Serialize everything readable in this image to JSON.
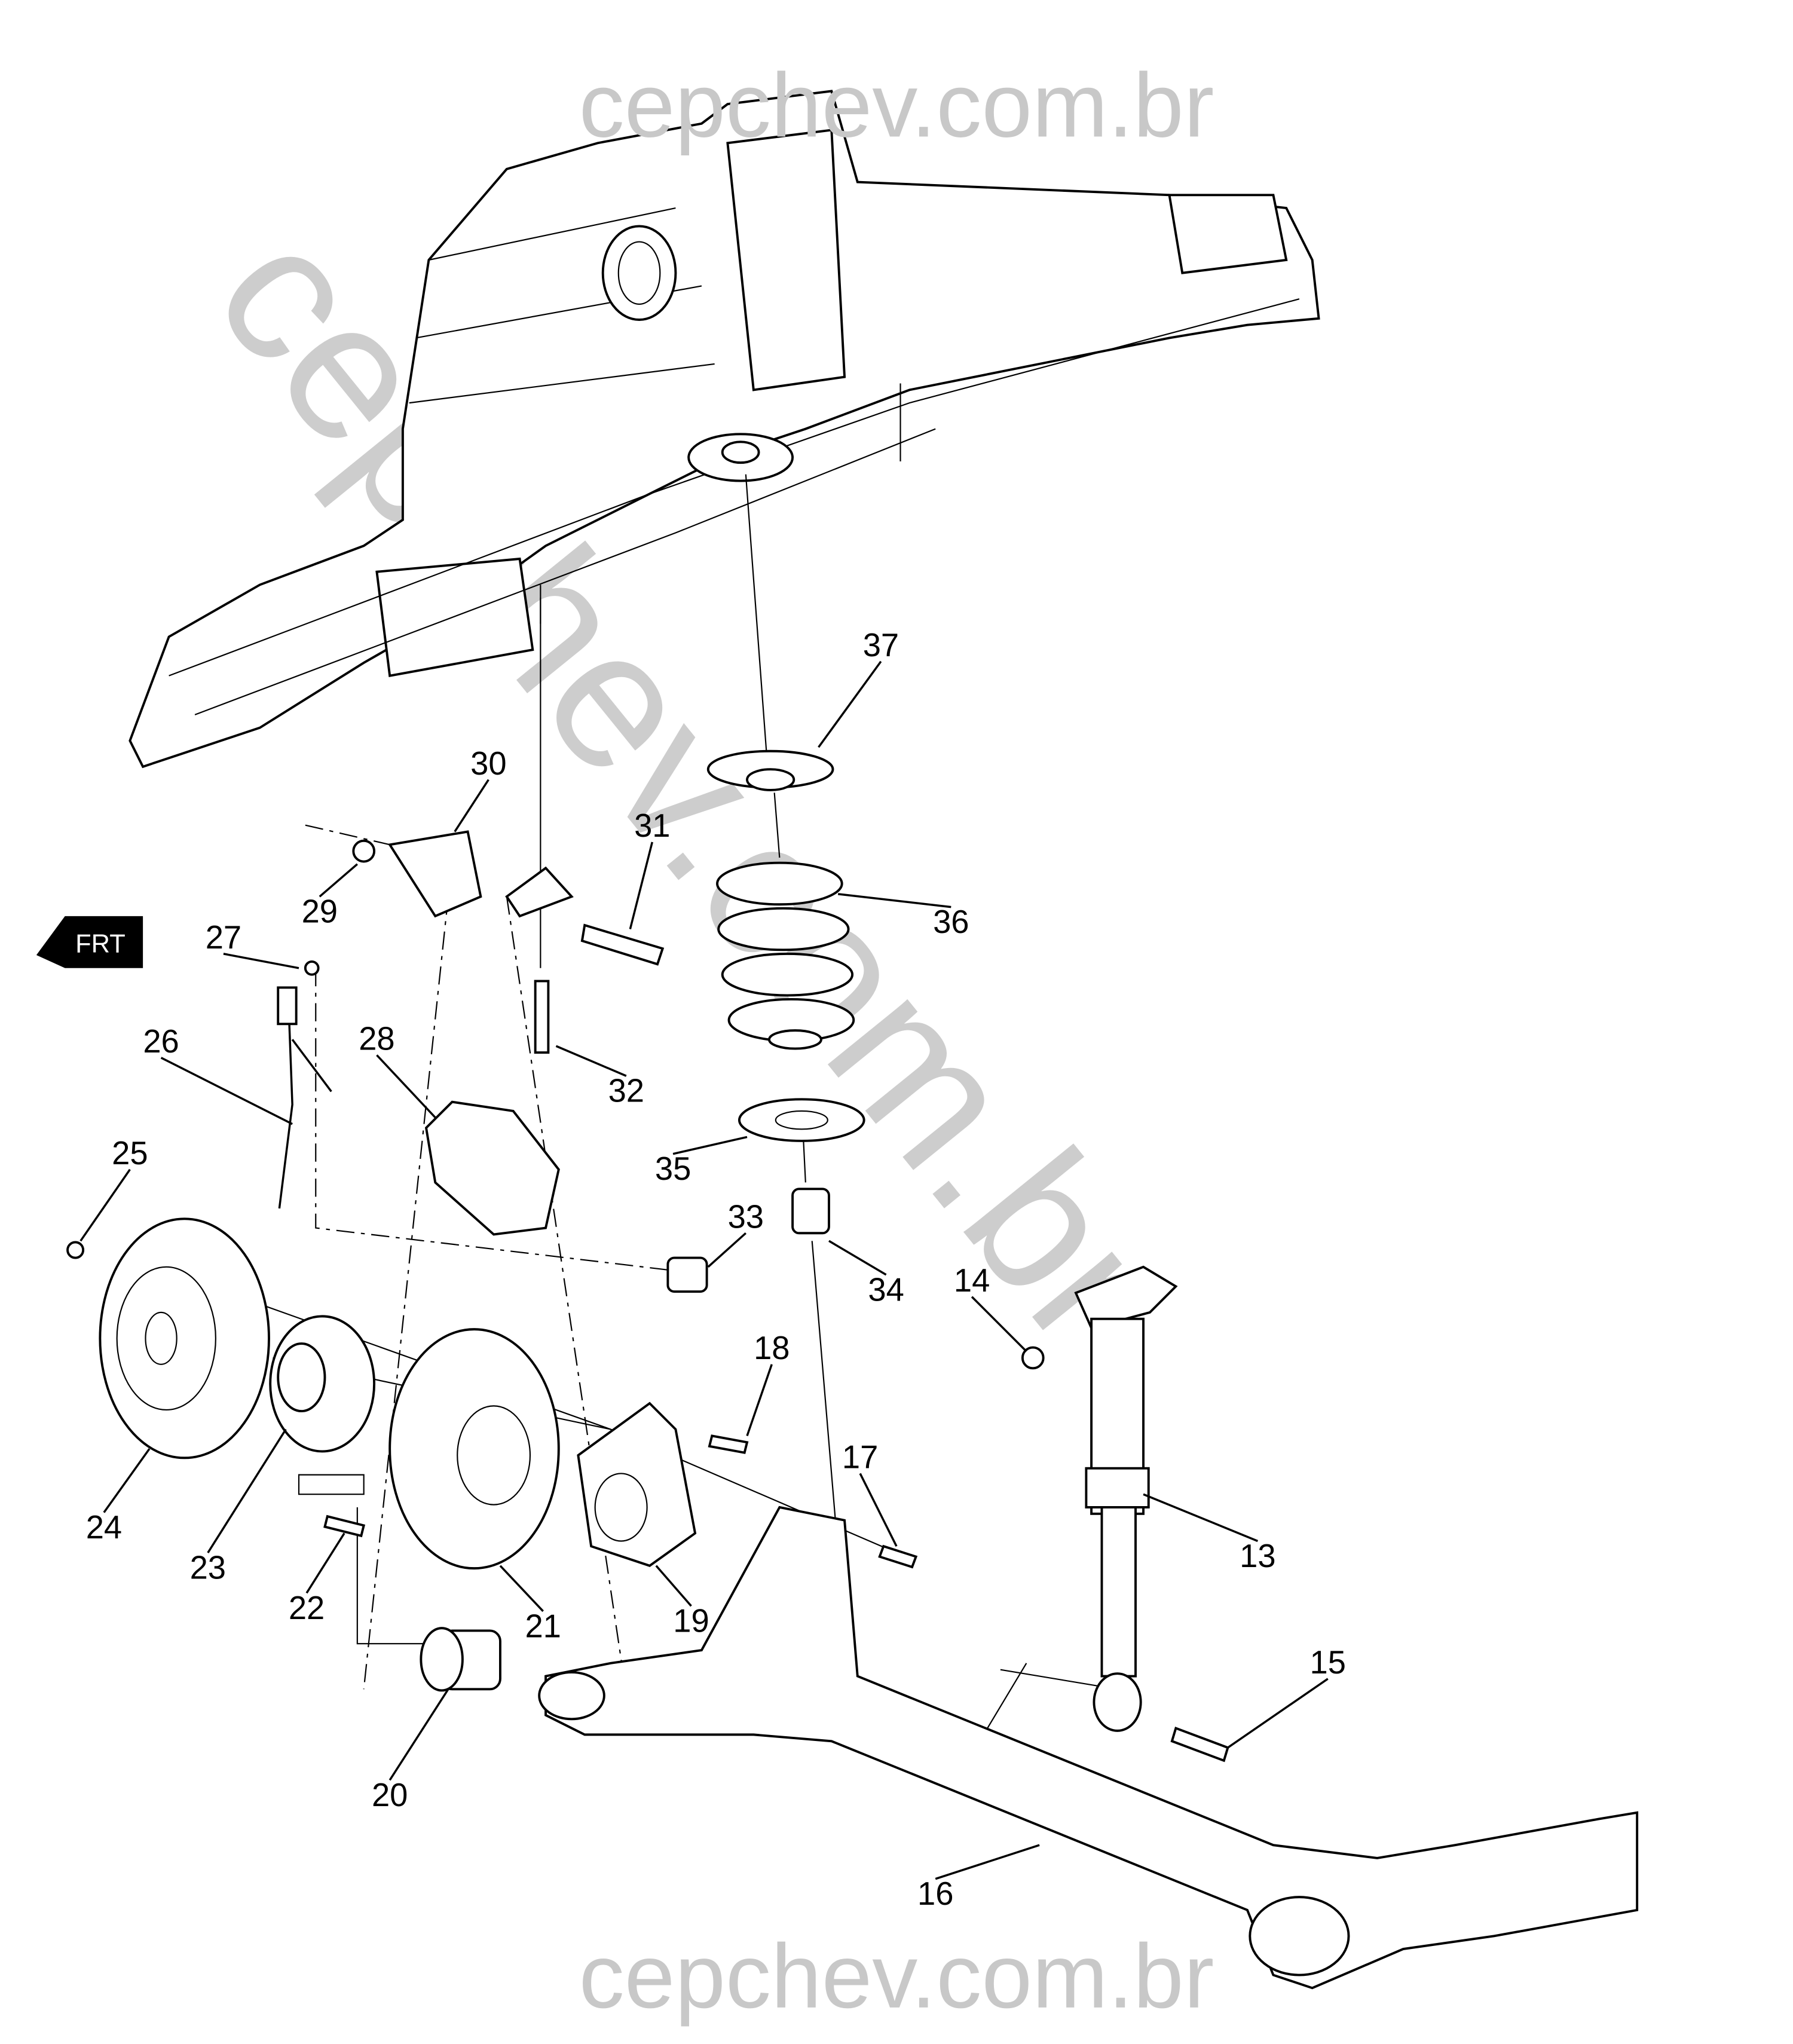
{
  "diagram": {
    "watermark_top": "cepchev.com.br",
    "watermark_bottom": "cepchev.com.br",
    "watermark_diagonal": "cepchev.com.br",
    "front_indicator": "FRT",
    "callouts": [
      "37",
      "30",
      "31",
      "29",
      "36",
      "27",
      "26",
      "28",
      "32",
      "25",
      "35",
      "33",
      "34",
      "14",
      "18",
      "17",
      "24",
      "23",
      "13",
      "22",
      "21",
      "19",
      "15",
      "20",
      "16"
    ]
  }
}
